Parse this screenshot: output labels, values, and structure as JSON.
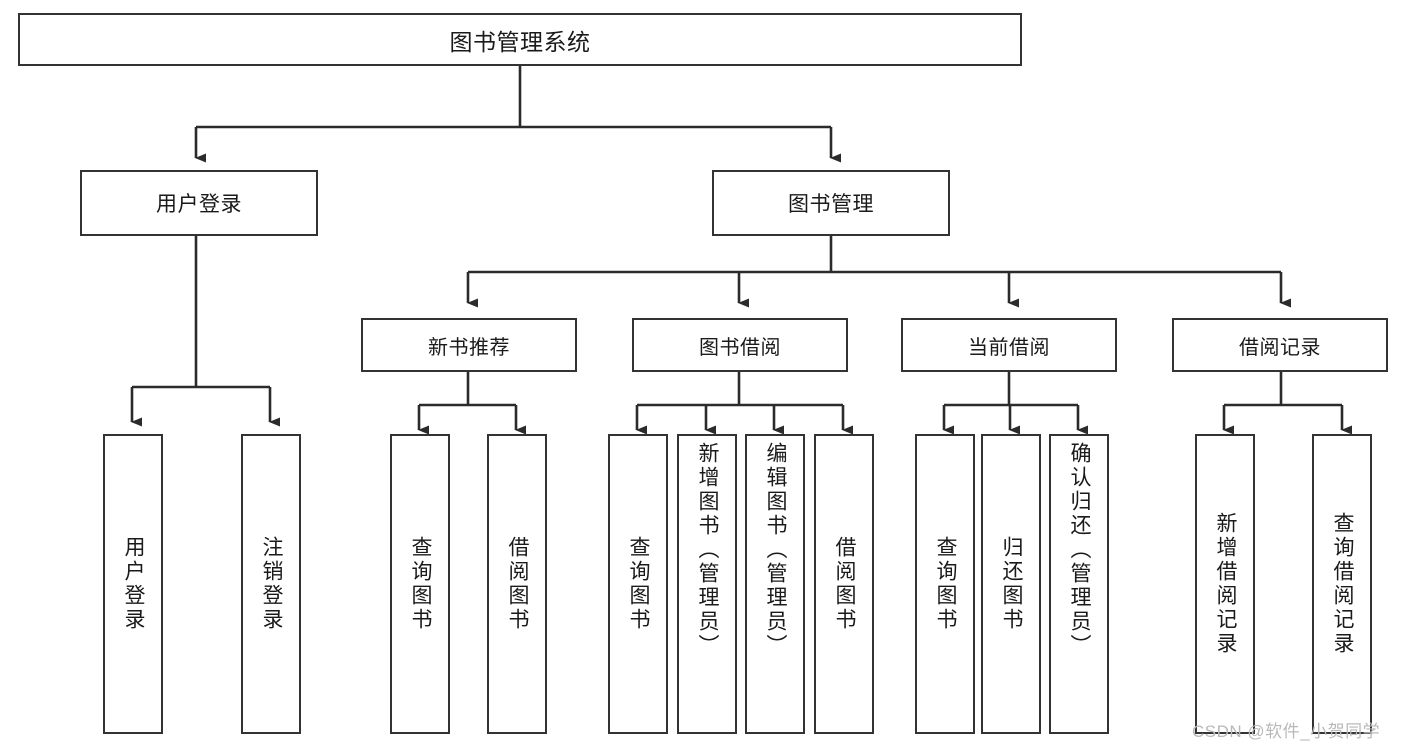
{
  "diagram": {
    "title": "图书管理系统",
    "style": {
      "border_color": "#333333",
      "background": "#ffffff",
      "text_color": "#1a1a1a",
      "watermark_color": "#b9b9b9"
    },
    "root": {
      "label": "图书管理系统"
    },
    "level2": [
      {
        "label": "用户登录"
      },
      {
        "label": "图书管理"
      }
    ],
    "level3": [
      {
        "label": "新书推荐"
      },
      {
        "label": "图书借阅"
      },
      {
        "label": "当前借阅"
      },
      {
        "label": "借阅记录"
      }
    ],
    "leaves": {
      "user_login": [
        {
          "label": "用户登录"
        },
        {
          "label": "注销登录"
        }
      ],
      "new_book": [
        {
          "label": "查询图书"
        },
        {
          "label": "借阅图书"
        }
      ],
      "book_borrow": [
        {
          "label": "查询图书"
        },
        {
          "label": "新增图书（管理员）"
        },
        {
          "label": "编辑图书（管理员）"
        },
        {
          "label": "借阅图书"
        }
      ],
      "current_borrow": [
        {
          "label": "查询图书"
        },
        {
          "label": "归还图书"
        },
        {
          "label": "确认归还（管理员）"
        }
      ],
      "borrow_record": [
        {
          "label": "新增借阅记录"
        },
        {
          "label": "查询借阅记录"
        }
      ]
    }
  },
  "watermark": {
    "text": "CSDN @软件_小贺同学"
  }
}
